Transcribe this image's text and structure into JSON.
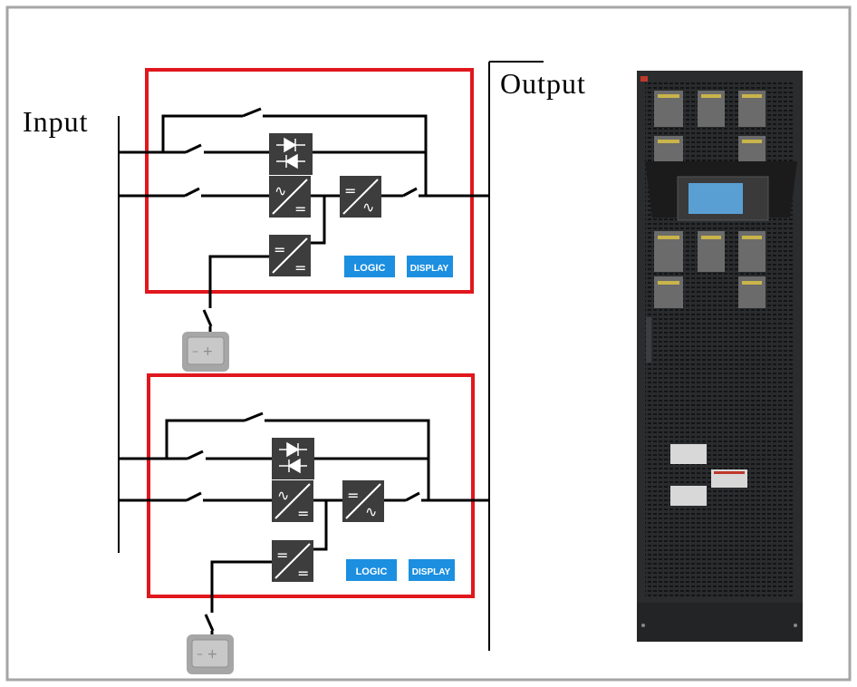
{
  "labels": {
    "input": "Input",
    "output": "Output"
  },
  "modules": [
    {
      "logic_label": "LOGIC",
      "display_label": "DISPLAY"
    },
    {
      "logic_label": "LOGIC",
      "display_label": "DISPLAY"
    }
  ],
  "colors": {
    "frame_border": "#a6a6a6",
    "module_border": "#e0171d",
    "block_fill": "#3d3d3d",
    "tag_fill": "#1c8fe0",
    "battery_fill": "#a6a6a6",
    "cabinet_body": "#2b2c2e"
  },
  "icons": [
    "static-switch-icon",
    "rectifier-icon",
    "inverter-icon",
    "dc-dc-converter-icon",
    "battery-icon"
  ]
}
